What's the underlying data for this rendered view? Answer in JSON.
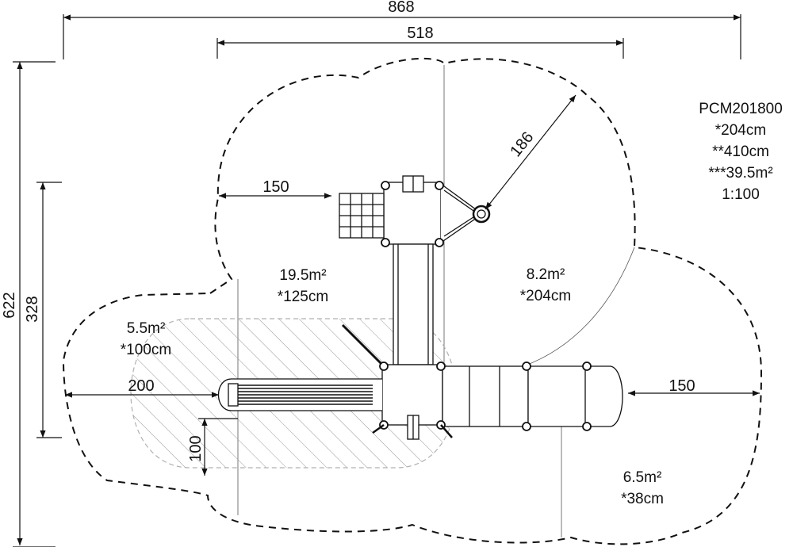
{
  "diagram": {
    "model": "PCM201800",
    "free_fall_height": "*204cm",
    "total_height": "**410cm",
    "safety_area": "***39.5m²",
    "scale": "1:100"
  },
  "dimensions": {
    "overall_width": "868",
    "inner_width": "518",
    "overall_depth": "622",
    "inner_depth": "328",
    "left_clearance": "150",
    "slide_exit": "200",
    "right_clearance": "150",
    "bottom_offset": "100",
    "radius": "186"
  },
  "zones": [
    {
      "area": "19.5m²",
      "height": "*125cm"
    },
    {
      "area": "8.2m²",
      "height": "*204cm"
    },
    {
      "area": "5.5m²",
      "height": "*100cm"
    },
    {
      "area": "6.5m²",
      "height": "*38cm"
    }
  ],
  "colors": {
    "line": "#111111",
    "hatch": "#9a9a9a",
    "zone_outline": "#b0b0b0"
  }
}
